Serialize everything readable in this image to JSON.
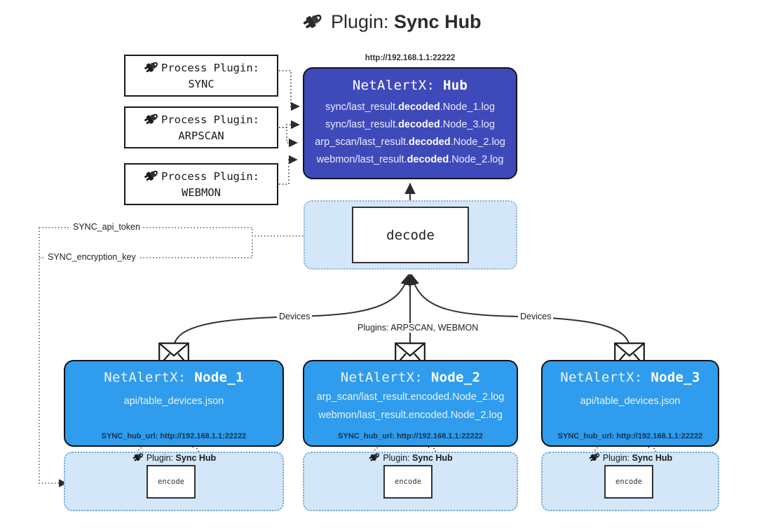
{
  "title": {
    "prefix": "Plugin:",
    "name": "Sync Hub",
    "icon": "plug-icon"
  },
  "colors": {
    "hub_fill": "#3f4aba",
    "node_fill": "#2f9ced",
    "container_fill": "#d4e7f8",
    "stroke": "#13131a",
    "page_bg": "#ffffff"
  },
  "process_plugins": [
    {
      "line1": "Process Plugin:",
      "line2": "SYNC",
      "icon": "plug-icon"
    },
    {
      "line1": "Process Plugin:",
      "line2": "ARPSCAN",
      "icon": "plug-icon"
    },
    {
      "line1": "Process Plugin:",
      "line2": "WEBMON",
      "icon": "plug-icon"
    }
  ],
  "hub": {
    "url": "http://192.168.1.1:22222",
    "title_prefix": "NetAlertX:",
    "title_name": "Hub",
    "lines": [
      {
        "pre": "sync/last_result.",
        "mid": "decoded",
        "post": ".Node_1.log"
      },
      {
        "pre": "sync/last_result.",
        "mid": "decoded",
        "post": ".Node_3.log"
      },
      {
        "pre": "arp_scan/last_result.",
        "mid": "decoded",
        "post": ".Node_2.log"
      },
      {
        "pre": "webmon/last_result.",
        "mid": "decoded",
        "post": ".Node_2.log"
      }
    ]
  },
  "decode": {
    "label": "decode"
  },
  "settings_wires": [
    {
      "label": "SYNC_api_token"
    },
    {
      "label": "SYNC_encryption_key"
    }
  ],
  "edge_labels": {
    "devices_left": "Devices",
    "devices_right": "Devices",
    "plugins_center": "Plugins: ARPSCAN, WEBMON"
  },
  "nodes": [
    {
      "title_prefix": "NetAlertX:",
      "title_name": "Node_1",
      "lines": [
        "api/table_devices.json"
      ],
      "footer": "SYNC_hub_url: http://192.168.1.1:22222",
      "envelope_icon": "envelope-icon"
    },
    {
      "title_prefix": "NetAlertX:",
      "title_name": "Node_2",
      "lines": [
        "arp_scan/last_result.encoded.Node_2.log",
        "webmon/last_result.encoded.Node_2.log"
      ],
      "footer": "SYNC_hub_url: http://192.168.1.1:22222",
      "envelope_icon": "envelope-icon"
    },
    {
      "title_prefix": "NetAlertX:",
      "title_name": "Node_3",
      "lines": [
        "api/table_devices.json"
      ],
      "footer": "SYNC_hub_url: http://192.168.1.1:22222",
      "envelope_icon": "envelope-icon"
    }
  ],
  "encoders": [
    {
      "plugin_prefix": "Plugin:",
      "plugin_name": "Sync Hub",
      "box_label": "encode",
      "icon": "plug-icon"
    },
    {
      "plugin_prefix": "Plugin:",
      "plugin_name": "Sync Hub",
      "box_label": "encode",
      "icon": "plug-icon"
    },
    {
      "plugin_prefix": "Plugin:",
      "plugin_name": "Sync Hub",
      "box_label": "encode",
      "icon": "plug-icon"
    }
  ]
}
